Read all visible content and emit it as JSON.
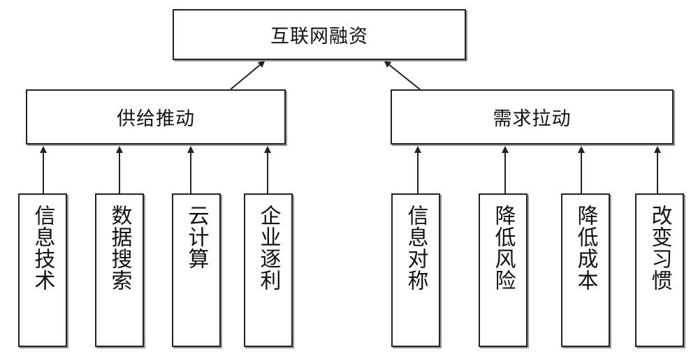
{
  "root": {
    "label": "互联网融资"
  },
  "branches": [
    {
      "label": "供给推动",
      "items": [
        "信息技术",
        "数据搜索",
        "云计算",
        "企业逐利"
      ]
    },
    {
      "label": "需求拉动",
      "items": [
        "信息对称",
        "降低风险",
        "降低成本",
        "改变习惯"
      ]
    }
  ]
}
